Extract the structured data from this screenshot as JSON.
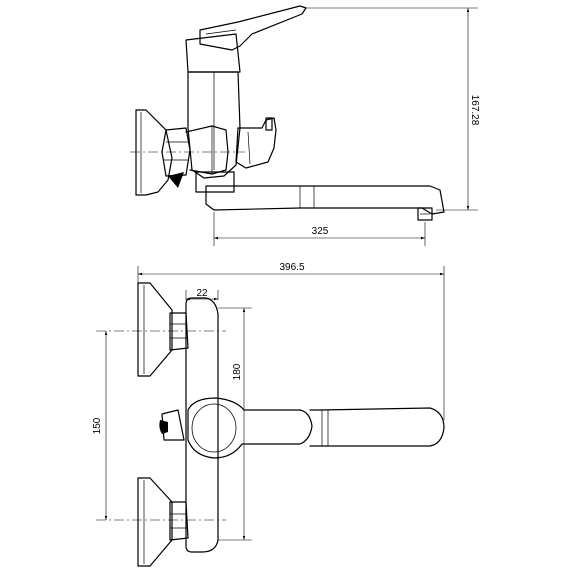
{
  "dimensions": {
    "height_side": "167.28",
    "spout_reach": "325",
    "overall_width": "396.5",
    "offset": "22",
    "body_height": "180",
    "inlet_spacing": "150"
  }
}
